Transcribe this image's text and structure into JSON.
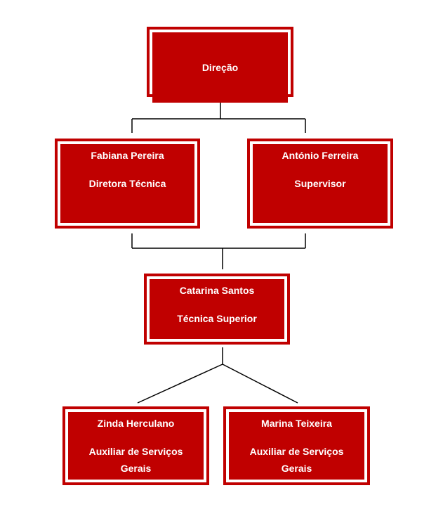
{
  "colors": {
    "box_fill": "#c00000",
    "box_text": "#ffffff",
    "connector": "#000000"
  },
  "org": {
    "top": {
      "label": "Direção"
    },
    "level2": [
      {
        "name": "Fabiana Pereira",
        "role": "Diretora Técnica"
      },
      {
        "name": "António Ferreira",
        "role": "Supervisor"
      }
    ],
    "level3": {
      "name": "Catarina Santos",
      "role": "Técnica Superior"
    },
    "level4": [
      {
        "name": "Zinda Herculano",
        "role_line1": "Auxiliar de Serviços",
        "role_line2": "Gerais"
      },
      {
        "name": "Marina Teixeira",
        "role_line1": "Auxiliar de Serviços",
        "role_line2": "Gerais"
      }
    ]
  }
}
